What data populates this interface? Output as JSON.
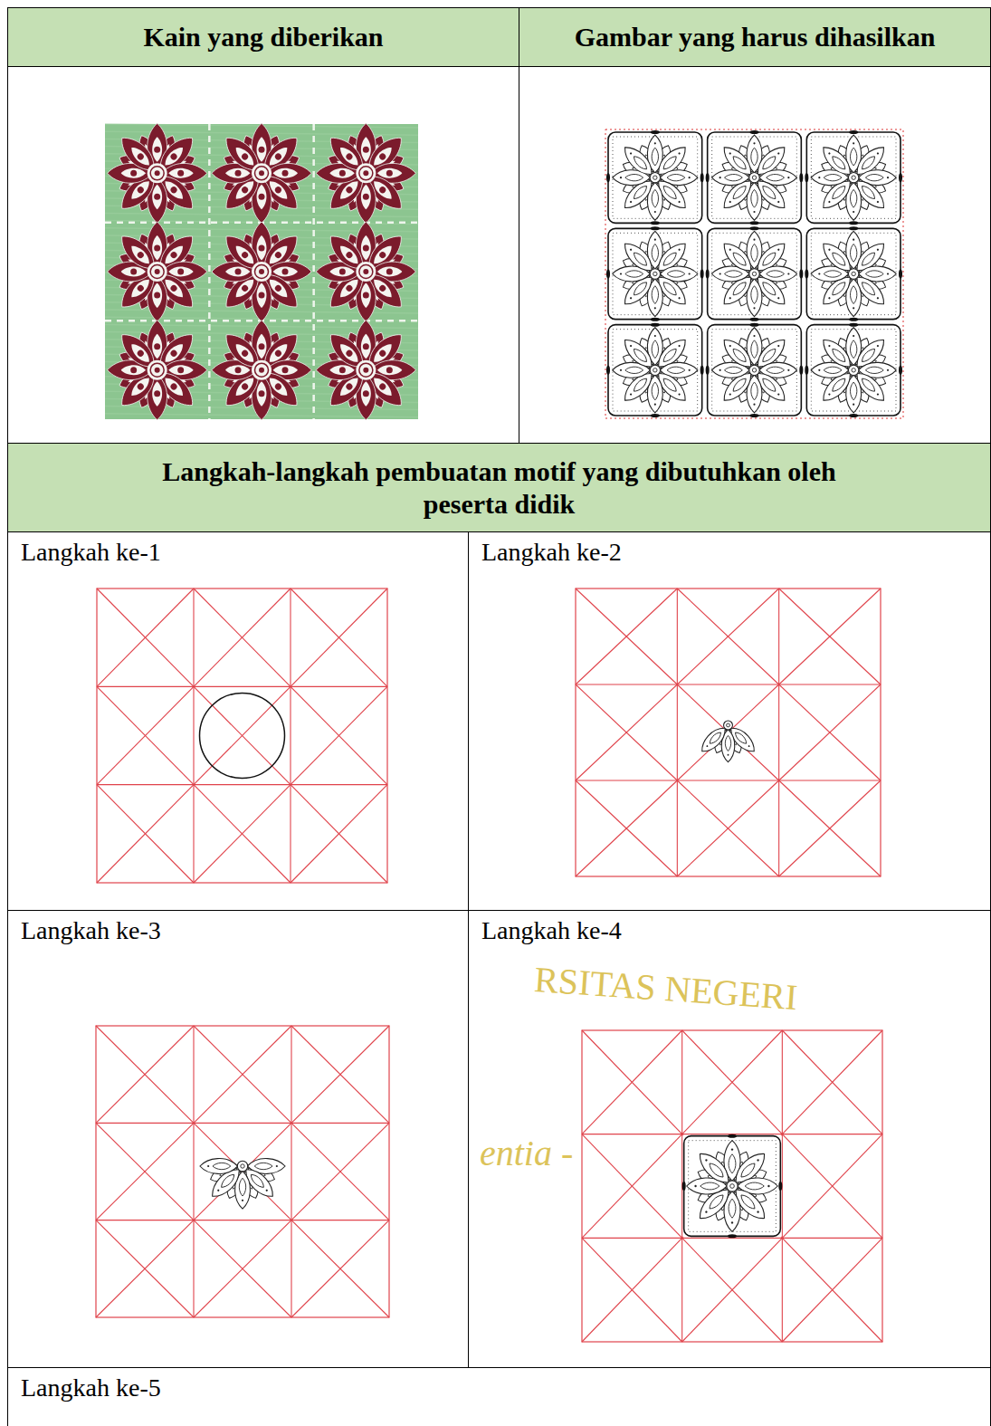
{
  "diagram": {
    "nodes": [
      {
        "text": [
          "Kain yang diberikan"
        ]
      },
      {
        "text": [
          "Gambar yang harus dihasilkan"
        ]
      },
      {
        "text": [
          "Langkah-langkah pembuatan motif yang dibutuhkan oleh peserta didik"
        ]
      },
      {
        "text": [
          "Langkah ke-1"
        ]
      },
      {
        "text": [
          "Langkah ke-2"
        ]
      },
      {
        "text": [
          "Langkah ke-3"
        ]
      },
      {
        "text": [
          "Langkah ke-4"
        ]
      },
      {
        "text": [
          "Langkah ke-5"
        ]
      }
    ],
    "labels": [
      "RSITAS NEGERI",
      "entia -"
    ]
  }
}
